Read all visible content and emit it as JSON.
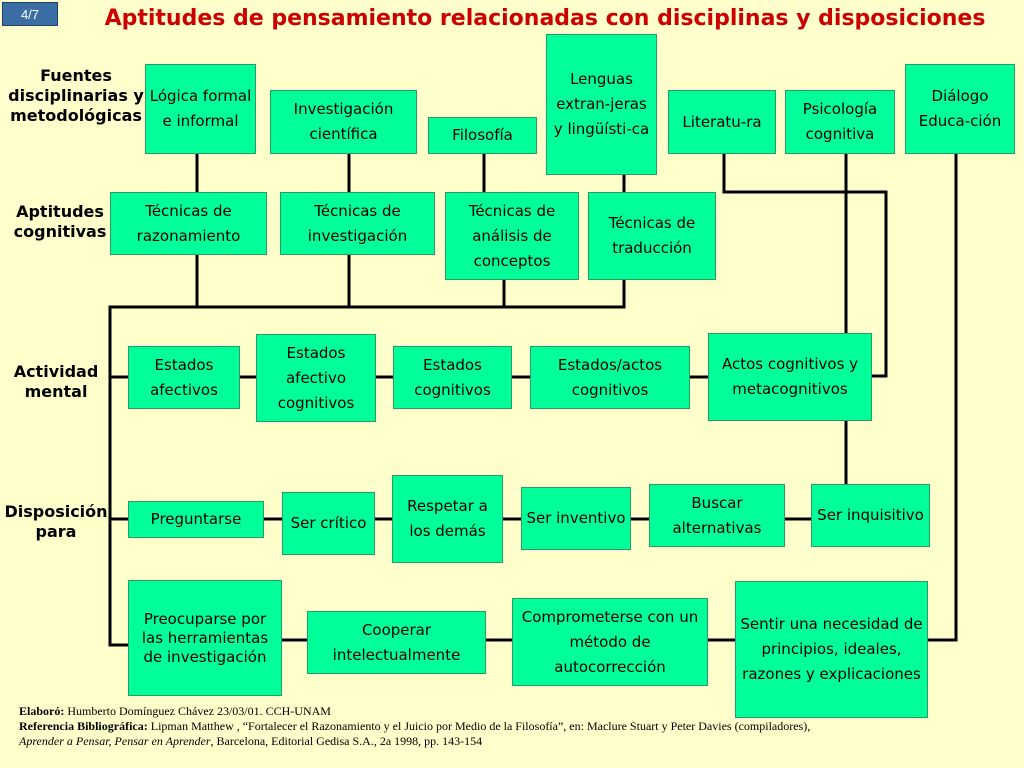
{
  "slide_number": "4/7",
  "title": "Aptitudes de pensamiento relacionadas con disciplinas y disposiciones",
  "row_labels": {
    "sources": "Fuentes disciplinarias y metodológicas",
    "aptitudes": "Aptitudes cognitivas",
    "activity": "Actividad mental",
    "disposition": "Disposición para"
  },
  "sources": [
    "Lógica formal e informal",
    "Investigación científica",
    "Filosofía",
    "Lenguas extran-jeras y lingüísti-ca",
    "Literatu-ra",
    "Psicología cognitiva",
    "Diálogo Educa-ción"
  ],
  "aptitudes": [
    "Técnicas de razonamiento",
    "Técnicas de investigación",
    "Técnicas de análisis de conceptos",
    "Técnicas de traducción"
  ],
  "activity": [
    "Estados afectivos",
    "Estados afectivo cognitivos",
    "Estados cognitivos",
    "Estados/actos cognitivos",
    "Actos cognitivos y metacognitivos"
  ],
  "disposition_row1": [
    "Preguntarse",
    "Ser crítico",
    "Respetar a los demás",
    "Ser inventivo",
    "Buscar alternativas",
    "Ser inquisitivo"
  ],
  "disposition_row2": [
    "Preocuparse por las herramientas de investigación",
    "Cooperar intelectualmente",
    "Comprometerse con un método de autocorrección",
    "Sentir una necesidad de principios, ideales, razones y explicaciones"
  ],
  "footer": {
    "elaboro_label": "Elaboró:",
    "elaboro_text": "Humberto Domínguez Chávez 23/03/01. CCH-UNAM",
    "ref_label": "Referencia Bibliográfica:",
    "ref_text": "Lipman Matthew , “Fortalecer el Razonamiento y el Juicio por Medio de la Filosofía”,  en: Maclure Stuart y Peter Davies (compiladores),",
    "book_title": "Aprender a Pensar, Pensar en Aprender",
    "publisher": ", Barcelona, Editorial Gedisa S.A., 2a 1998, pp. 143-154"
  },
  "colors": {
    "background": "#ffffcc",
    "box_fill": "#00ff99",
    "title": "#cc0000",
    "slide_badge": "#3a6ea5"
  }
}
